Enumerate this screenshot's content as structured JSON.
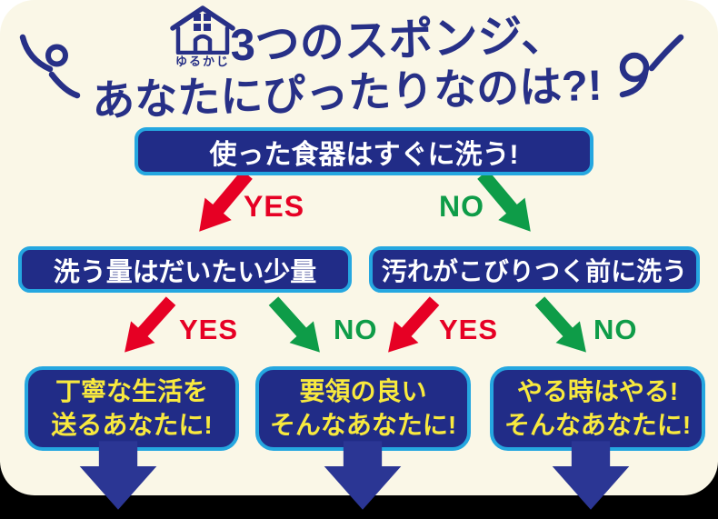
{
  "header": {
    "logo_text": "ゆるかじ",
    "title_line1": "3つのスポンジ、",
    "title_line2": "あなたにぴったりなのは?!"
  },
  "labels": {
    "yes": "YES",
    "no": "NO"
  },
  "flow": {
    "q1": "使った食器はすぐに洗う!",
    "q2": "洗う量はだいたい少量",
    "q3": "汚れがこびりつく前に洗う",
    "results": [
      {
        "line1": "丁寧な生活を",
        "line2": "送るあなたに!"
      },
      {
        "line1": "要領の良い",
        "line2": "そんなあなたに!"
      },
      {
        "line1": "やる時はやる!",
        "line2": "そんなあなたに!"
      }
    ]
  },
  "colors": {
    "background": "#faf7e7",
    "navy": "#273087",
    "navy_box": "#212c87",
    "navy_arrow": "#2b3694",
    "border_blue": "#25a7e0",
    "yellow": "#f8e93e",
    "yes_red": "#e60024",
    "no_green": "#0e9c48"
  }
}
